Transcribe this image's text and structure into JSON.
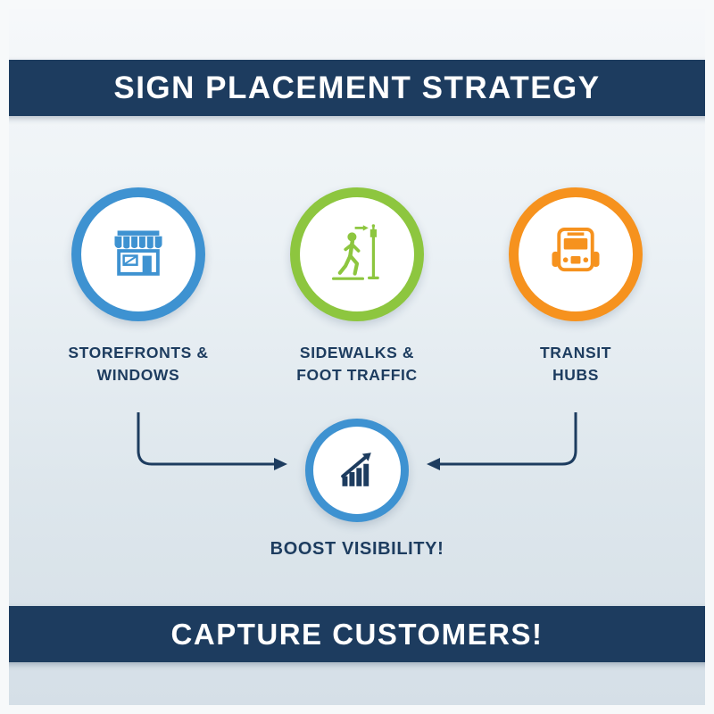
{
  "page": {
    "title": "SIGN PLACEMENT STRATEGY",
    "footer": "CAPTURE CUSTOMERS!"
  },
  "colors": {
    "navy": "#1d3c5f",
    "blue": "#3e92d1",
    "green": "#8dc63f",
    "orange": "#f6921e",
    "panel_top": "#f6f8fa",
    "panel_bottom": "#d5dfe7"
  },
  "items": [
    {
      "icon": "storefront-icon",
      "accent": "#3e92d1",
      "label_line1": "STOREFRONTS &",
      "label_line2": "WINDOWS"
    },
    {
      "icon": "pedestrian-walk-icon",
      "accent": "#8dc63f",
      "label_line1": "SIDEWALKS &",
      "label_line2": "FOOT TRAFFIC"
    },
    {
      "icon": "bus-icon",
      "accent": "#f6921e",
      "label_line1": "TRANSIT",
      "label_line2": "HUBS"
    }
  ],
  "center": {
    "icon": "growth-chart-icon",
    "accent": "#3e92d1",
    "label": "BOOST VISIBILITY!"
  }
}
